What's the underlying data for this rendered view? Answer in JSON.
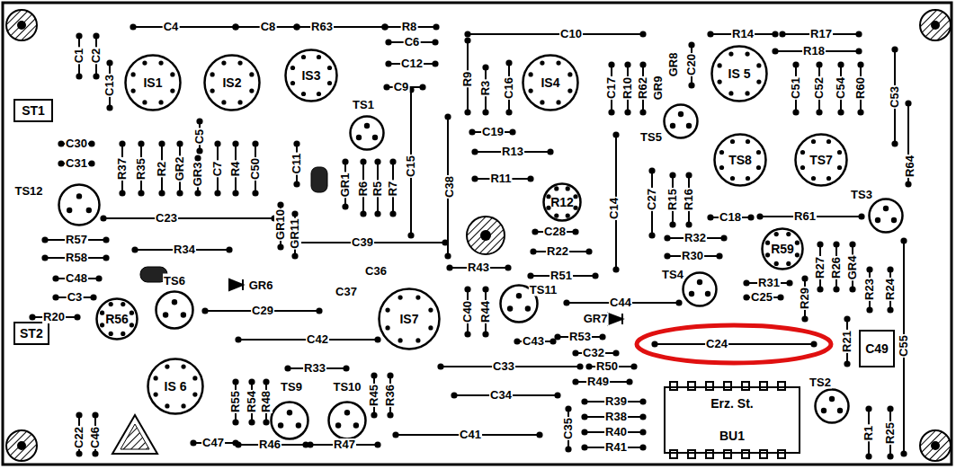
{
  "diagram": {
    "nodes": [
      {
        "text": [
          "ST1"
        ]
      },
      {
        "text": [
          "IS1"
        ]
      },
      {
        "text": [
          "IS2"
        ]
      },
      {
        "text": [
          "IS3"
        ]
      },
      {
        "text": [
          "TS1"
        ]
      },
      {
        "text": [
          "IS4"
        ]
      },
      {
        "text": [
          "TS5"
        ]
      },
      {
        "text": [
          "IS 5"
        ]
      },
      {
        "text": [
          "TS12"
        ]
      },
      {
        "text": [
          "TS8"
        ]
      },
      {
        "text": [
          "TS7"
        ]
      },
      {
        "text": [
          "R12"
        ]
      },
      {
        "text": [
          "TS3"
        ]
      },
      {
        "text": [
          "R59"
        ]
      },
      {
        "text": [
          "TS4"
        ]
      },
      {
        "text": [
          "TS11"
        ]
      },
      {
        "text": [
          "R56"
        ]
      },
      {
        "text": [
          "TS6"
        ]
      },
      {
        "text": [
          "IS7"
        ]
      },
      {
        "text": [
          "ST2"
        ]
      },
      {
        "text": [
          "C49"
        ]
      },
      {
        "text": [
          "IS 6"
        ]
      },
      {
        "text": [
          "TS9"
        ]
      },
      {
        "text": [
          "TS10"
        ]
      },
      {
        "text": [
          "Erz. St.",
          "BU1"
        ]
      },
      {
        "text": [
          "TS2"
        ]
      }
    ],
    "labels": [
      "C4",
      "C8",
      "R63",
      "R8",
      "C6",
      "C12",
      "C1",
      "C2",
      "C13",
      "C9",
      "R9",
      "R3",
      "C16",
      "C10",
      "C17",
      "R10",
      "R62",
      "GR9",
      "GR8",
      "C20",
      "R14",
      "R17",
      "R18",
      "C51",
      "C52",
      "C54",
      "R60",
      "C53",
      "R64",
      "C30",
      "C31",
      "R37",
      "R35",
      "R2",
      "GR2",
      "C5",
      "GR3",
      "C7",
      "R4",
      "C50",
      "C11",
      "GR1",
      "R6",
      "R5",
      "R7",
      "C15",
      "C38",
      "C19",
      "R13",
      "R11",
      "C14",
      "C27",
      "R15",
      "R16",
      "C23",
      "GR10",
      "GR11",
      "C39",
      "R57",
      "R58",
      "R34",
      "C48",
      "C3",
      "R20",
      "GR6",
      "C36",
      "C37",
      "C29",
      "C28",
      "R22",
      "R43",
      "R51",
      "C40",
      "R44",
      "C18",
      "R61",
      "R32",
      "R30",
      "R27",
      "R26",
      "GR4",
      "R23",
      "R24",
      "R31",
      "C25",
      "R29",
      "C44",
      "GR7",
      "R53",
      "C43",
      "C32",
      "C24",
      "R21",
      "C42",
      "R33",
      "C33",
      "R50",
      "R49",
      "C34",
      "R39",
      "R38",
      "R40",
      "R41",
      "C35",
      "C41",
      "R55",
      "R54",
      "R48",
      "R45",
      "R36",
      "C22",
      "C46",
      "C47",
      "R46",
      "R47",
      "R1",
      "R25",
      "C55"
    ]
  }
}
